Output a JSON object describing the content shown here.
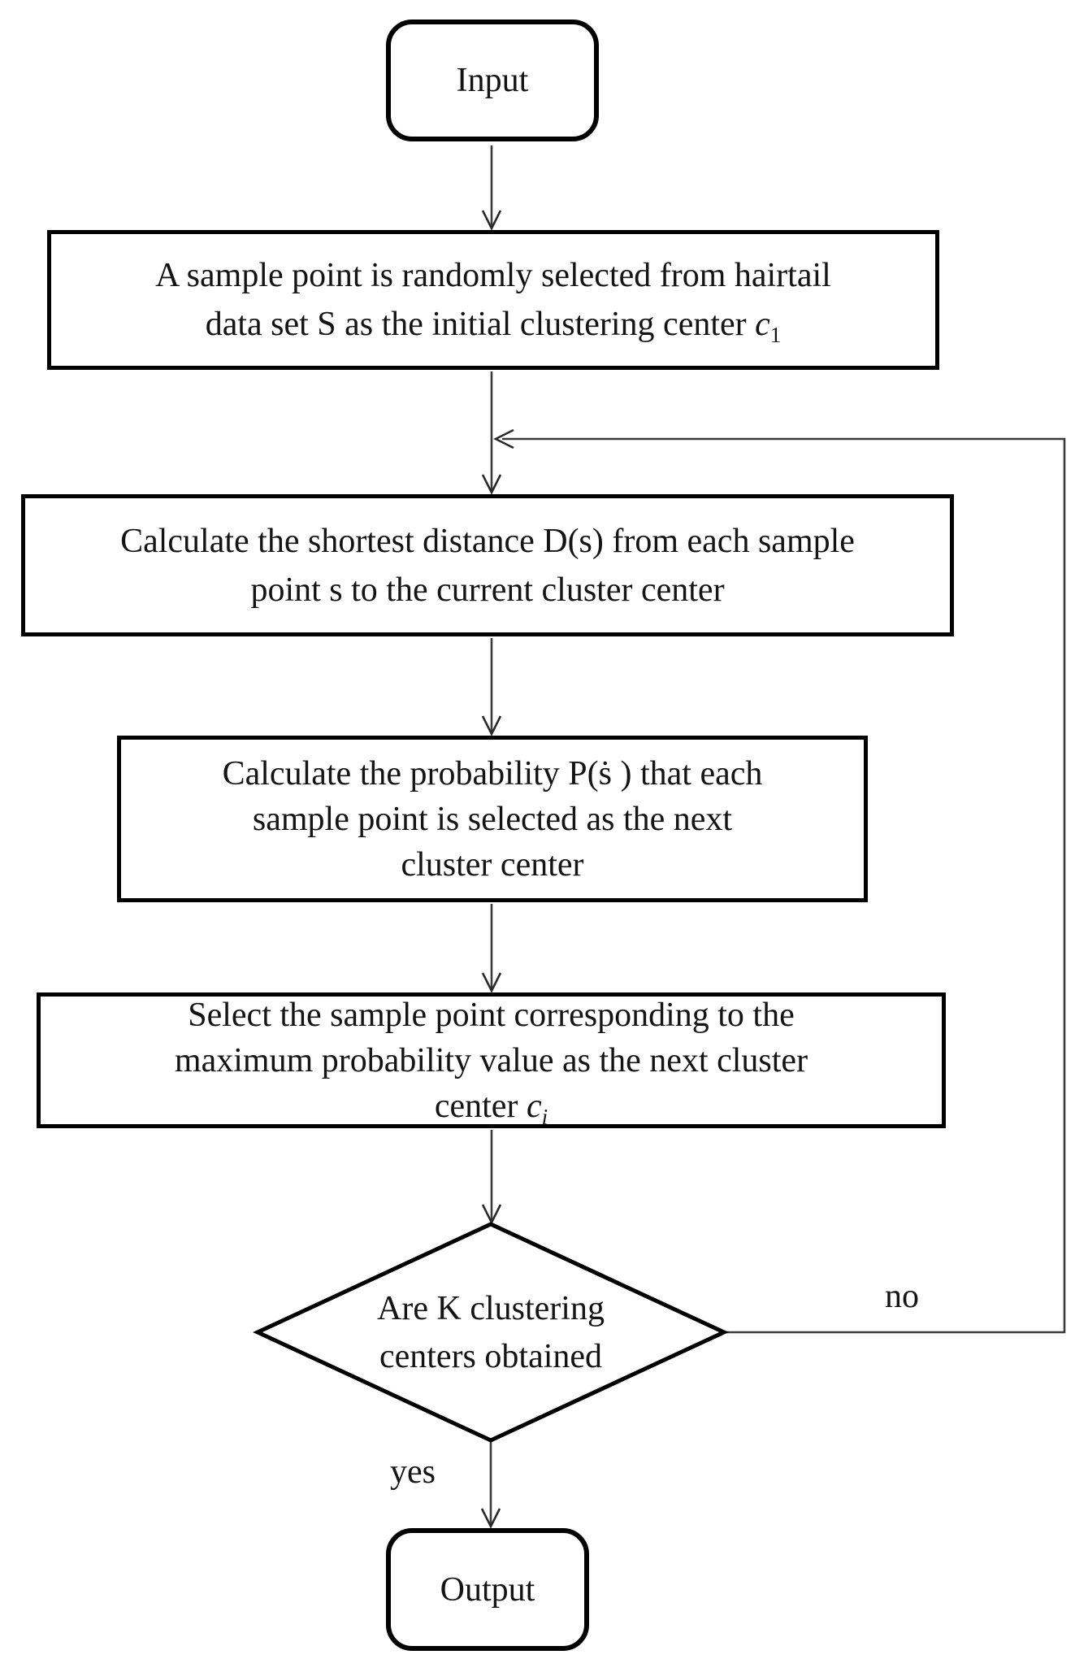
{
  "flowchart": {
    "input": {
      "label": "Input"
    },
    "step_initial_center": {
      "line1": "A sample point is randomly selected from hairtail",
      "line2": "data set S as the initial clustering center ",
      "var": "c",
      "sub": "1"
    },
    "step_distance": {
      "line1": "Calculate the shortest distance D(s) from each sample",
      "line2": "point s to the current cluster center"
    },
    "step_probability": {
      "line1": "Calculate the probability P(ṡ ) that each",
      "line2": "sample point is selected as the next",
      "line3": "cluster center"
    },
    "step_select_next": {
      "line1": "Select the sample point corresponding to the",
      "line2": "maximum probability value as the next cluster",
      "line3": "center ",
      "var": "c",
      "sub": "i"
    },
    "decision": {
      "line1": "Are K clustering",
      "line2": "centers obtained"
    },
    "output": {
      "label": "Output"
    },
    "edges": {
      "yes_label": "yes",
      "no_label": "no"
    },
    "colors": {
      "node_border": "#000000",
      "connector": "#3a3a3a",
      "text": "#141414",
      "background": "#ffffff"
    }
  }
}
